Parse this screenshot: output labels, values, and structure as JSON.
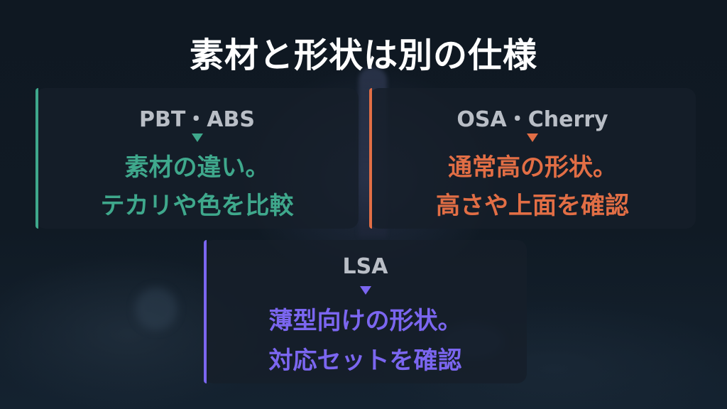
{
  "title": "素材と形状は別の仕様",
  "colors": {
    "material": "#3fa88c",
    "shape": "#e26e45",
    "lsa": "#7b66f0",
    "label": "#b9bec6",
    "title": "#ffffff"
  },
  "cards": {
    "material": {
      "label": "PBT・ABS",
      "line1": "素材の違い。",
      "line2": "テカリや色を比較"
    },
    "shape": {
      "label": "OSA・Cherry",
      "line1": "通常高の形状。",
      "line2": "高さや上面を確認"
    },
    "lsa": {
      "label": "LSA",
      "line1": "薄型向けの形状。",
      "line2": "対応セットを確認"
    }
  }
}
